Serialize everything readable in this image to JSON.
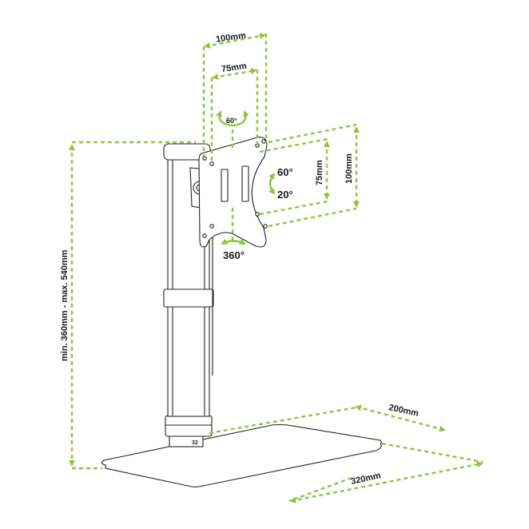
{
  "labels": {
    "width_100_top": "100mm",
    "width_75_top": "75mm",
    "tilt_top": "60°",
    "tilt_up": "60°",
    "tilt_down": "20°",
    "rotation": "360°",
    "height_75_right": "75mm",
    "height_100_right": "100mm",
    "height_range": "min. 360mm - max. 540mm",
    "base_depth": "200mm",
    "base_width": "320mm",
    "column_marking": "32"
  },
  "colors": {
    "dimension": "#8dc63f",
    "outline": "#222222"
  }
}
